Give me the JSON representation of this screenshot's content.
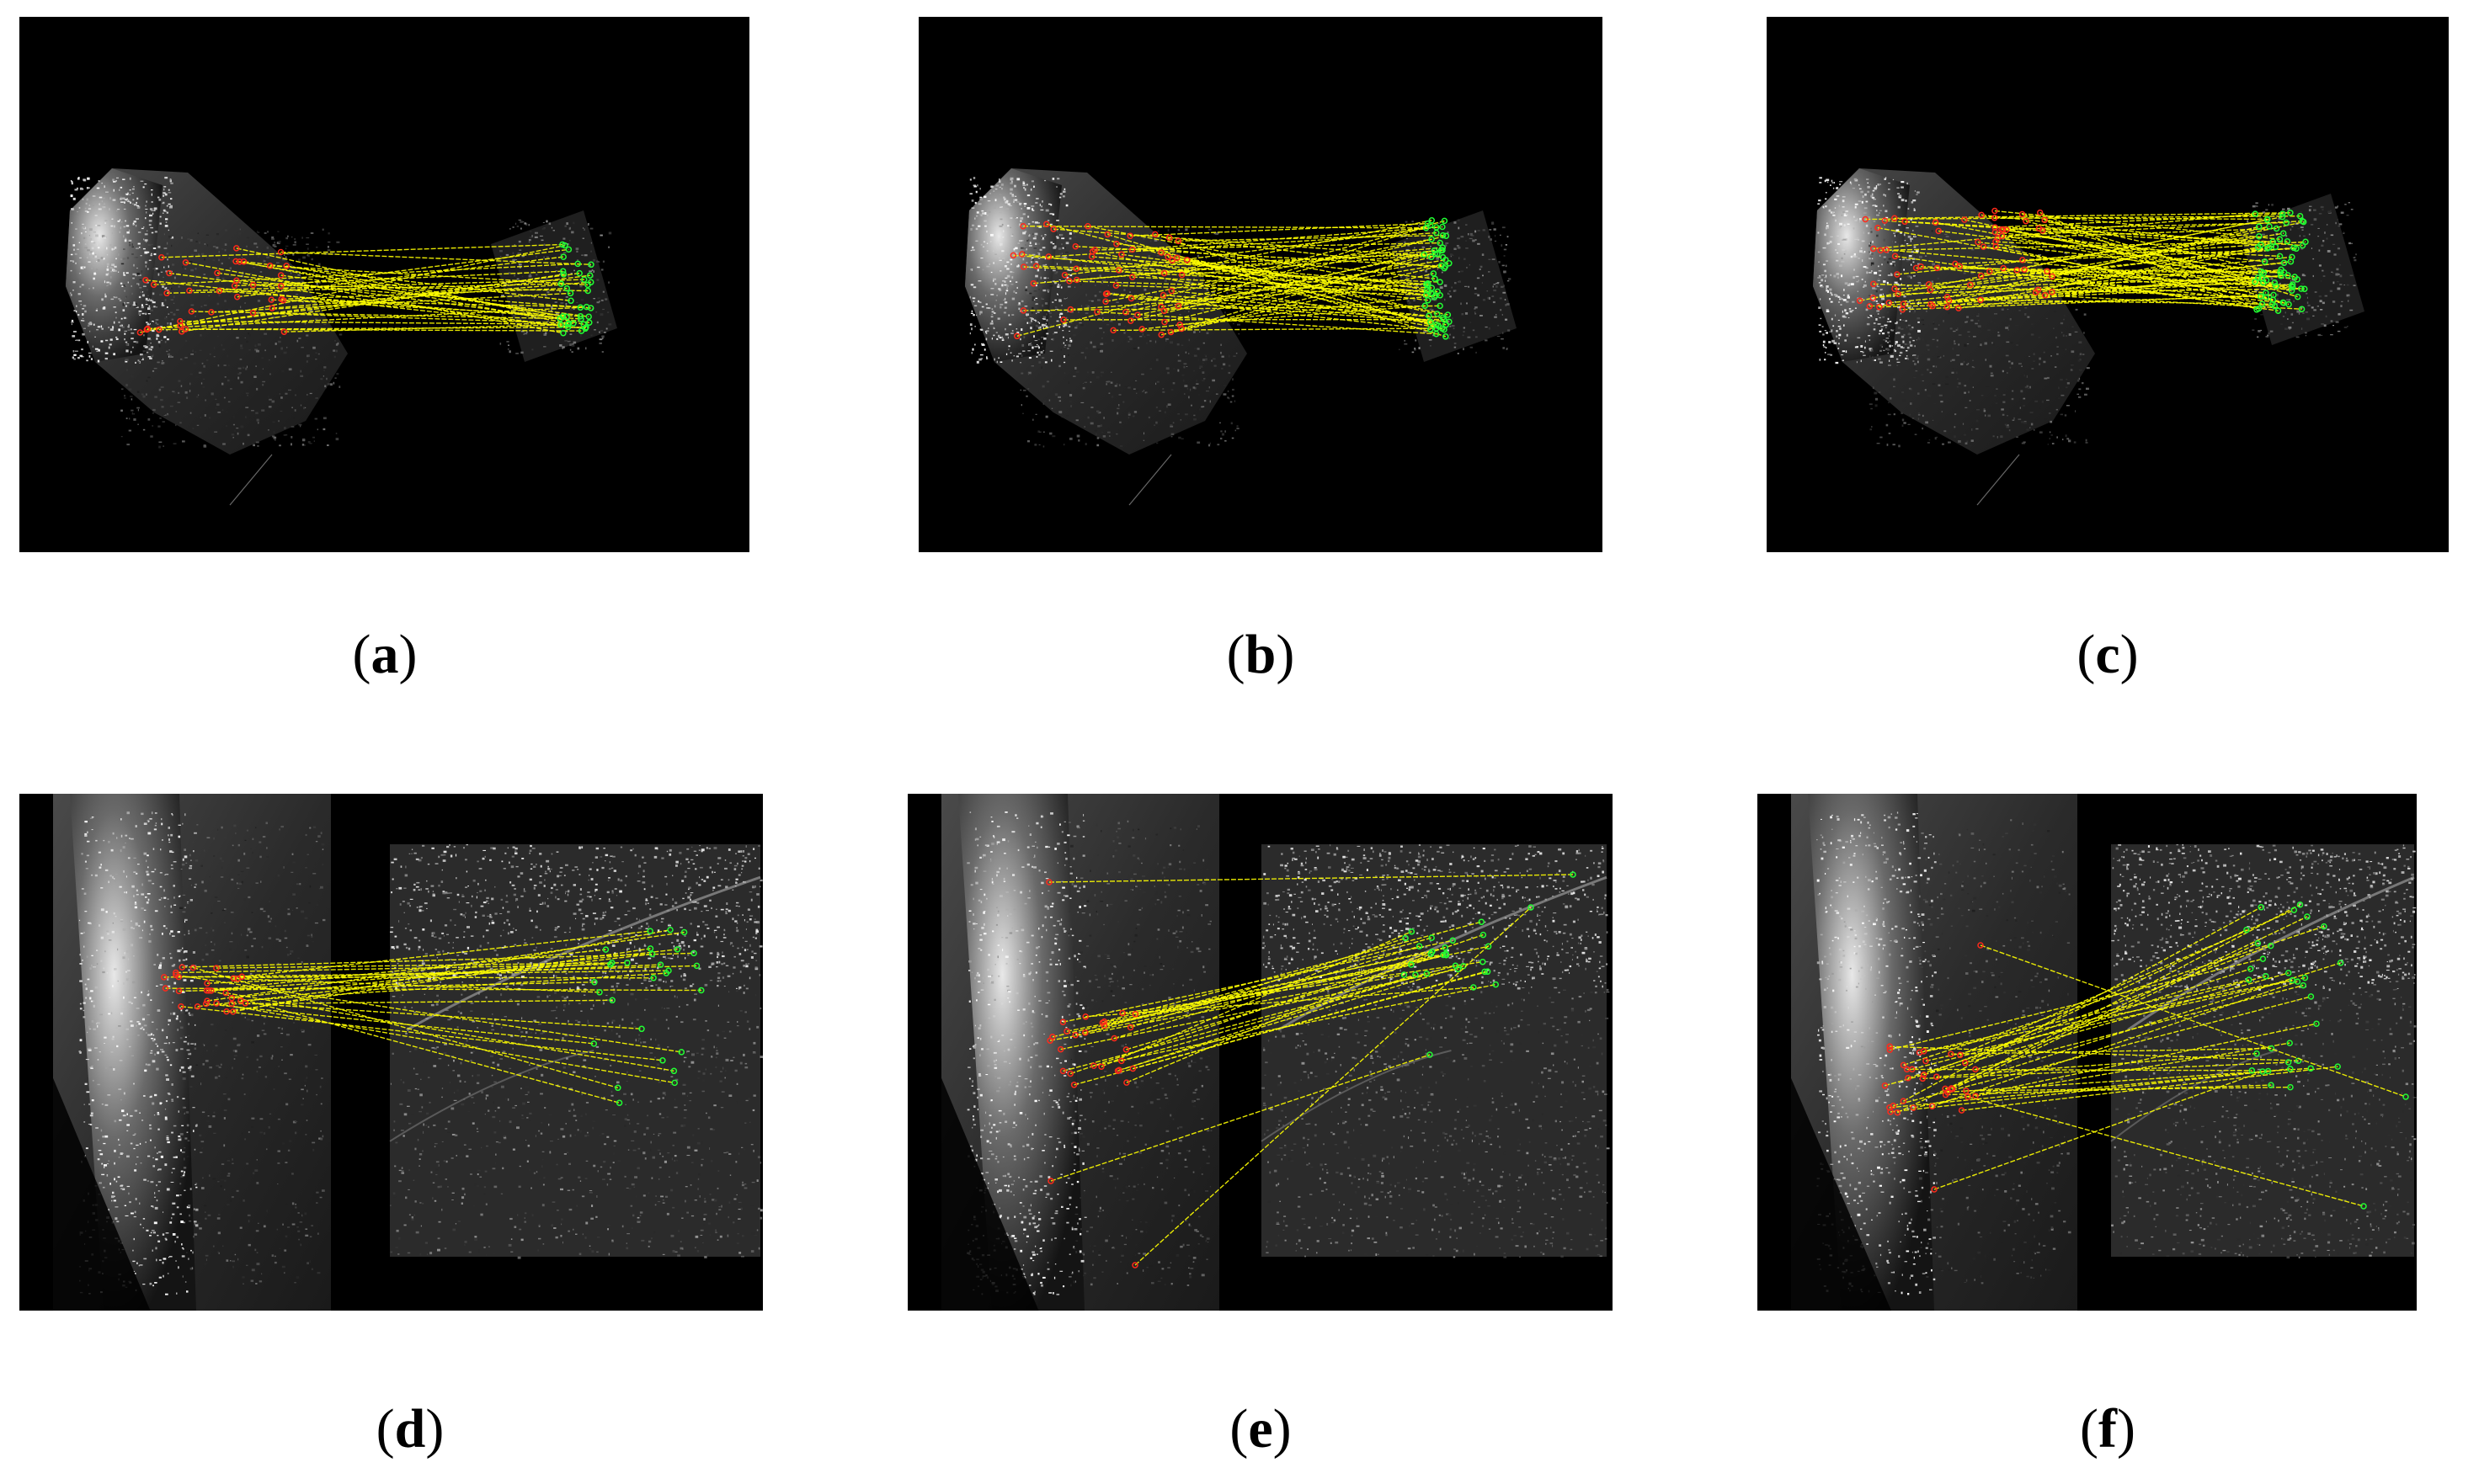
{
  "figure": {
    "panels": [
      {
        "id": "a",
        "label": "a"
      },
      {
        "id": "b",
        "label": "b"
      },
      {
        "id": "c",
        "label": "c"
      },
      {
        "id": "d",
        "label": "d"
      },
      {
        "id": "e",
        "label": "e"
      },
      {
        "id": "f",
        "label": "f"
      }
    ],
    "colors": {
      "background": "#000000",
      "match_line": "#ffff00",
      "left_keypoint": "#ff2a1a",
      "right_keypoint": "#22ff33",
      "page": "#ffffff"
    }
  }
}
